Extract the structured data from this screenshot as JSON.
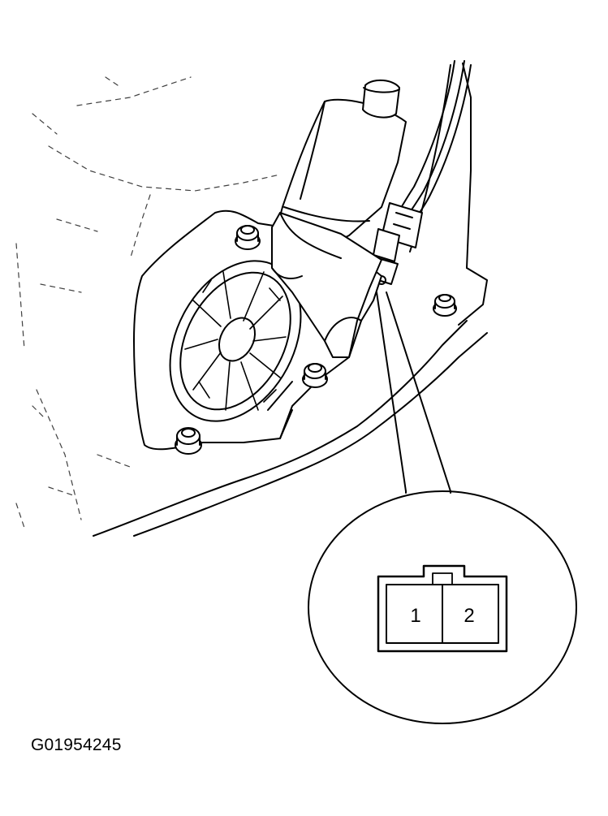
{
  "figure_id": "G01954245",
  "connector": {
    "pins": [
      {
        "label": "1"
      },
      {
        "label": "2"
      }
    ]
  },
  "colors": {
    "ink": "#000000",
    "paper": "#ffffff"
  }
}
